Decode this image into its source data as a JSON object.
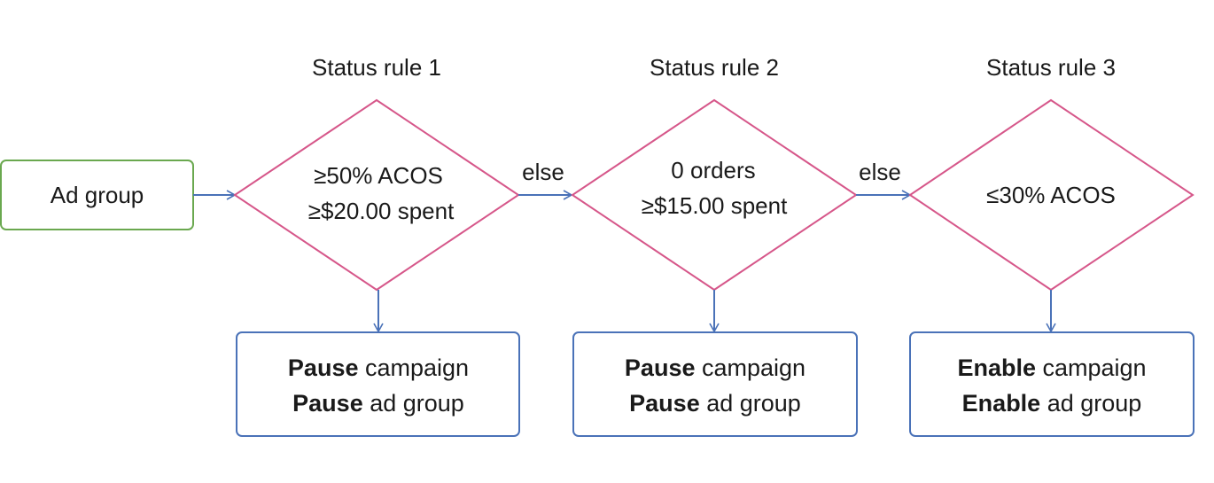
{
  "colors": {
    "start_node_stroke": "#6aa84f",
    "decision_stroke": "#d6578a",
    "action_stroke": "#4a72b8",
    "arrow": "#4a72b8",
    "text": "#1a1a1a"
  },
  "start": {
    "label": "Ad group"
  },
  "rules": [
    {
      "title": "Status rule 1",
      "conditions": [
        "≥50% ACOS",
        "≥$20.00 spent"
      ],
      "else_label": "else",
      "actions": [
        {
          "verb": "Pause",
          "object": "campaign"
        },
        {
          "verb": "Pause",
          "object": "ad group"
        }
      ]
    },
    {
      "title": "Status rule 2",
      "conditions": [
        "0 orders",
        "≥$15.00 spent"
      ],
      "else_label": "else",
      "actions": [
        {
          "verb": "Pause",
          "object": "campaign"
        },
        {
          "verb": "Pause",
          "object": "ad group"
        }
      ]
    },
    {
      "title": "Status rule 3",
      "conditions": [
        "≤30% ACOS"
      ],
      "actions": [
        {
          "verb": "Enable",
          "object": "campaign"
        },
        {
          "verb": "Enable",
          "object": "ad group"
        }
      ]
    }
  ]
}
